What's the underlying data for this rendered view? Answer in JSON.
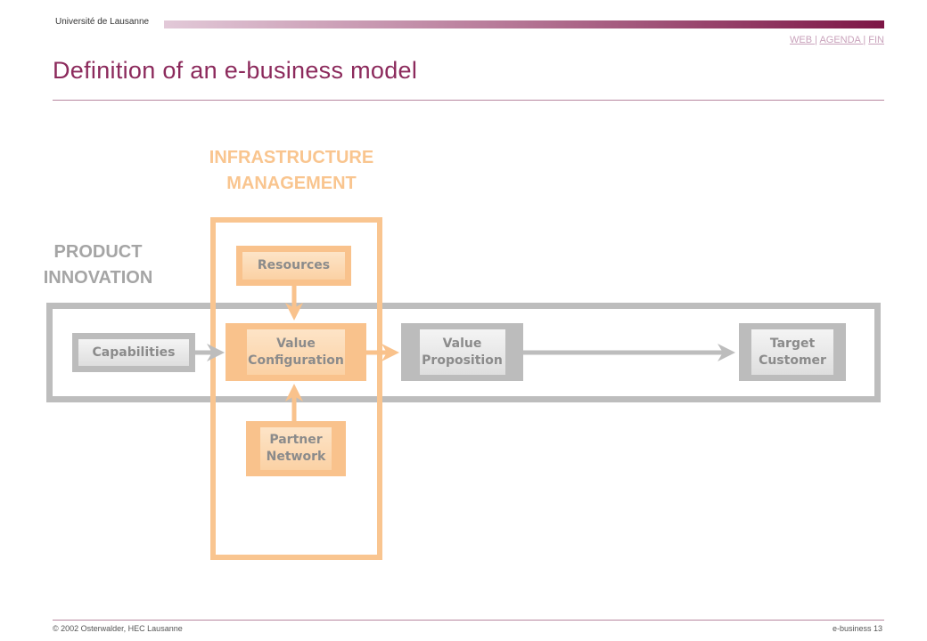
{
  "header": {
    "university": "Université de Lausanne",
    "links": {
      "web": "WEB ",
      "sep1": "| ",
      "agenda": "AGENDA ",
      "sep2": "| ",
      "fin": "FIN"
    },
    "title": "Definition of an e-business model"
  },
  "diagram": {
    "infrastructure_label": "INFRASTRUCTURE MANAGEMENT",
    "product_label": "PRODUCT INNOVATION",
    "boxes": {
      "resources": "Resources",
      "capabilities": "Capabilities",
      "value_configuration": "Value Configuration",
      "value_proposition": "Value Proposition",
      "target_customer": "Target Customer",
      "partner_network": "Partner Network"
    },
    "colors": {
      "infrastructure": "#f9c590",
      "product": "#bdbdbd",
      "title": "#8c2a5c"
    }
  },
  "footer": {
    "copyright": "© 2002 Osterwalder, HEC Lausanne",
    "page": "e-business 13"
  }
}
